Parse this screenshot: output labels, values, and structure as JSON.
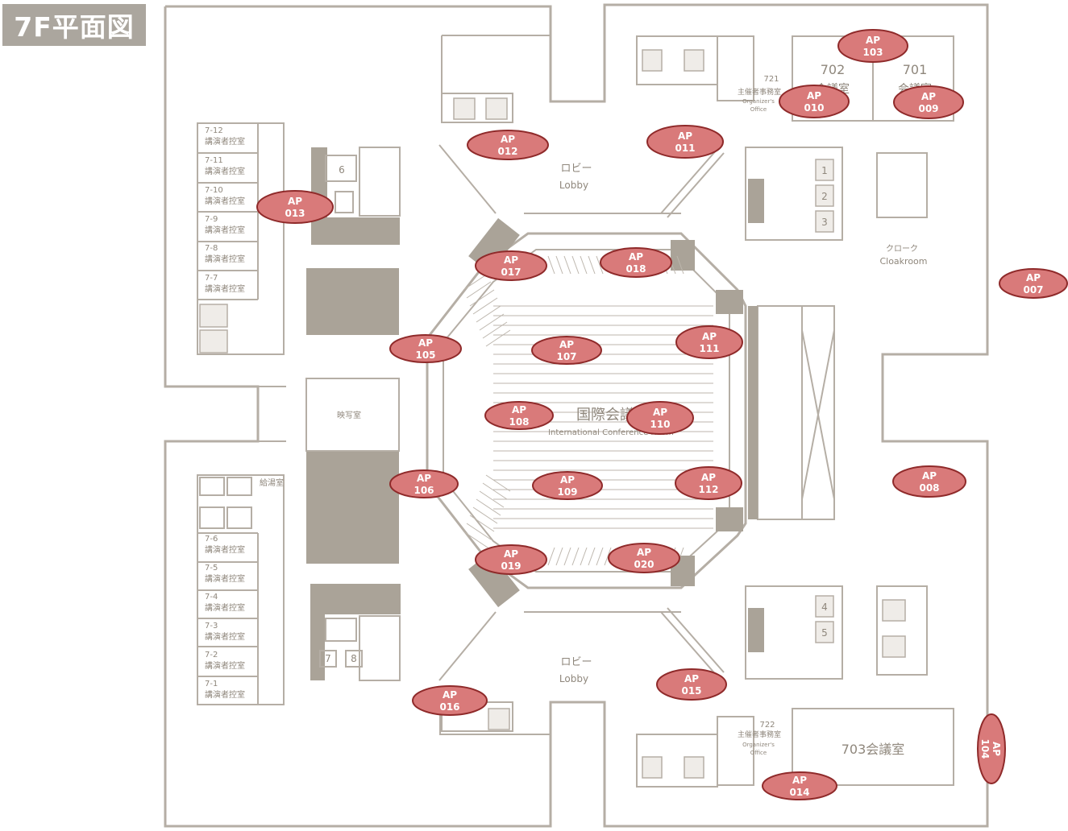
{
  "title": "7F平面図",
  "rooms": {
    "lobby_top_jp": "ロビー",
    "lobby_top_en": "Lobby",
    "lobby_bottom_jp": "ロビー",
    "lobby_bottom_en": "Lobby",
    "main_hall_jp": "国際会議場",
    "main_hall_en": "International Conference Room",
    "projection_room": "映写室",
    "cloak_jp": "クローク",
    "cloak_en": "Cloakroom",
    "pantry": "給湯室",
    "room_702_num": "702",
    "room_702_name": "会議室",
    "room_701_num": "701",
    "room_701_name": "会議室",
    "room_721_num": "721",
    "room_721_jp": "主催者事務室",
    "room_721_en1": "Organizer's",
    "room_721_en2": "Office",
    "room_722_num": "722",
    "room_722_jp": "主催者事務室",
    "room_722_en1": "Organizer's",
    "room_722_en2": "Office",
    "room_703": "703会議室"
  },
  "speaker_rooms": [
    {
      "num": "7-12",
      "name": "講演者控室"
    },
    {
      "num": "7-11",
      "name": "講演者控室"
    },
    {
      "num": "7-10",
      "name": "講演者控室"
    },
    {
      "num": "7-9",
      "name": "講演者控室"
    },
    {
      "num": "7-8",
      "name": "講演者控室"
    },
    {
      "num": "7-7",
      "name": "講演者控室"
    },
    {
      "num": "7-6",
      "name": "講演者控室"
    },
    {
      "num": "7-5",
      "name": "講演者控室"
    },
    {
      "num": "7-4",
      "name": "講演者控室"
    },
    {
      "num": "7-3",
      "name": "講演者控室"
    },
    {
      "num": "7-2",
      "name": "講演者控室"
    },
    {
      "num": "7-1",
      "name": "講演者控室"
    }
  ],
  "elevators": [
    "1",
    "2",
    "3",
    "4",
    "5",
    "6",
    "7",
    "8"
  ],
  "access_points": [
    {
      "label": "AP",
      "id": "103"
    },
    {
      "label": "AP",
      "id": "010"
    },
    {
      "label": "AP",
      "id": "009"
    },
    {
      "label": "AP",
      "id": "012"
    },
    {
      "label": "AP",
      "id": "011"
    },
    {
      "label": "AP",
      "id": "013"
    },
    {
      "label": "AP",
      "id": "017"
    },
    {
      "label": "AP",
      "id": "018"
    },
    {
      "label": "AP",
      "id": "007"
    },
    {
      "label": "AP",
      "id": "105"
    },
    {
      "label": "AP",
      "id": "107"
    },
    {
      "label": "AP",
      "id": "111"
    },
    {
      "label": "AP",
      "id": "108"
    },
    {
      "label": "AP",
      "id": "110"
    },
    {
      "label": "AP",
      "id": "106"
    },
    {
      "label": "AP",
      "id": "109"
    },
    {
      "label": "AP",
      "id": "112"
    },
    {
      "label": "AP",
      "id": "008"
    },
    {
      "label": "AP",
      "id": "019"
    },
    {
      "label": "AP",
      "id": "020"
    },
    {
      "label": "AP",
      "id": "015"
    },
    {
      "label": "AP",
      "id": "016"
    },
    {
      "label": "AP",
      "id": "014"
    },
    {
      "label": "AP",
      "id": "104"
    }
  ],
  "colors": {
    "ap_fill": "#d97a7a",
    "ap_stroke": "#8f2a2a",
    "wall": "#b5aea5",
    "title_bg": "#aba69e"
  }
}
